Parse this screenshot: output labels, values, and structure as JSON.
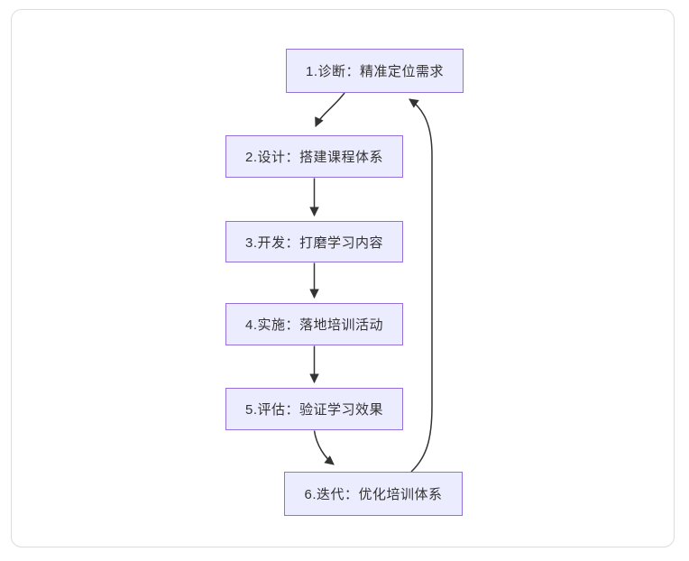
{
  "diagram": {
    "type": "flowchart",
    "direction": "top-down-with-loop",
    "nodes": [
      {
        "id": "1",
        "label": "1.诊断：精准定位需求"
      },
      {
        "id": "2",
        "label": "2.设计：搭建课程体系"
      },
      {
        "id": "3",
        "label": "3.开发：打磨学习内容"
      },
      {
        "id": "4",
        "label": "4.实施：落地培训活动"
      },
      {
        "id": "5",
        "label": "5.评估：验证学习效果"
      },
      {
        "id": "6",
        "label": "6.迭代：优化培训体系"
      }
    ],
    "edges": [
      {
        "from": "1",
        "to": "2"
      },
      {
        "from": "2",
        "to": "3"
      },
      {
        "from": "3",
        "to": "4"
      },
      {
        "from": "4",
        "to": "5"
      },
      {
        "from": "5",
        "to": "6"
      },
      {
        "from": "6",
        "to": "1",
        "kind": "loop-back"
      }
    ],
    "colors": {
      "node_fill": "#ECECFF",
      "node_border": "#9370DB",
      "node_text": "#333333",
      "edge_stroke": "#333333",
      "card_border": "#dcdcdc",
      "background": "#ffffff"
    }
  }
}
